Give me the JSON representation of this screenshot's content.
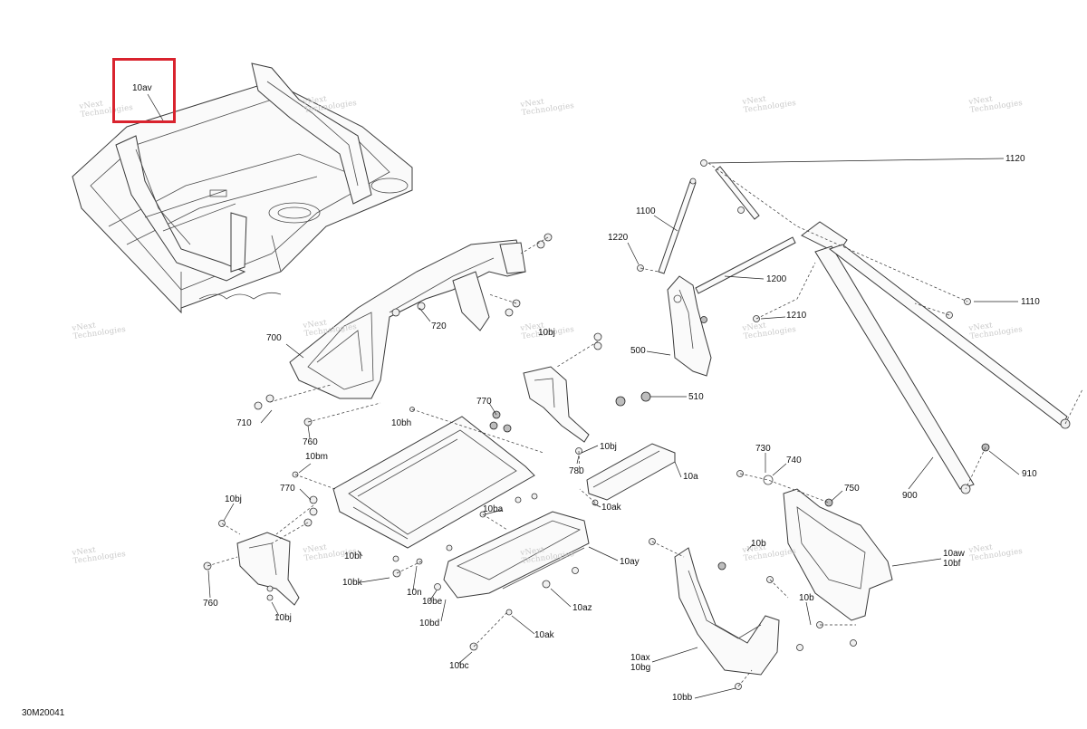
{
  "document_id": "30M20041",
  "highlight_color": "#d9232e",
  "watermark": {
    "line1": "vNext",
    "line2": "Technologies"
  },
  "callouts": {
    "c10av": "10av",
    "c1120": "1120",
    "c1100": "1100",
    "c1220": "1220",
    "c1200": "1200",
    "c1110": "1110",
    "c1210": "1210",
    "c720": "720",
    "c700": "700",
    "c10bj_top": "10bj",
    "c500": "500",
    "c510": "510",
    "c770_a": "770",
    "c710": "710",
    "c760_a": "760",
    "c10bh": "10bh",
    "c10bj_mid": "10bj",
    "c780": "780",
    "c10a": "10a",
    "c730": "730",
    "c740": "740",
    "c910": "910",
    "c750": "750",
    "c900": "900",
    "c10bm": "10bm",
    "c770_b": "770",
    "c10ak_a": "10ak",
    "c10bj_left": "10bj",
    "c10ba": "10ba",
    "c10b_a": "10b",
    "c10aw": "10aw",
    "c10bf": "10bf",
    "c10bl": "10bl",
    "c10ay": "10ay",
    "c10bk": "10bk",
    "c10n": "10n",
    "c10be": "10be",
    "c10az": "10az",
    "c10b_b": "10b",
    "c760_b": "760",
    "c10bj_bottom": "10bj",
    "c10bd": "10bd",
    "c10ak_b": "10ak",
    "c10ax": "10ax",
    "c10bg": "10bg",
    "c10bc": "10bc",
    "c10bb": "10bb"
  }
}
